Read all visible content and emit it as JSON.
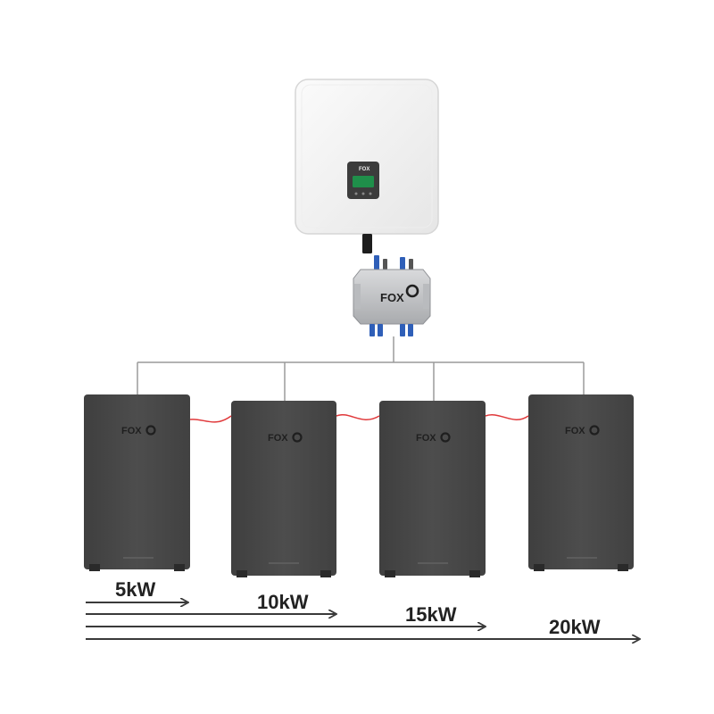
{
  "brand": "FOX",
  "colors": {
    "battery_body": "#4a4a4a",
    "inverter_body": "#f4f4f4",
    "hub_body": "#c7c9cc",
    "bus_line": "#9a9a9a",
    "link_cable": "#e0383a",
    "connector": "#2f5fb8",
    "arrow": "#3a3a3a"
  },
  "icons": {
    "inverter": "inverter-unit-icon",
    "hub": "battery-hub-icon",
    "battery": "battery-module-icon"
  },
  "capacity_labels": [
    "5kW",
    "10kW",
    "15kW",
    "20kW"
  ]
}
